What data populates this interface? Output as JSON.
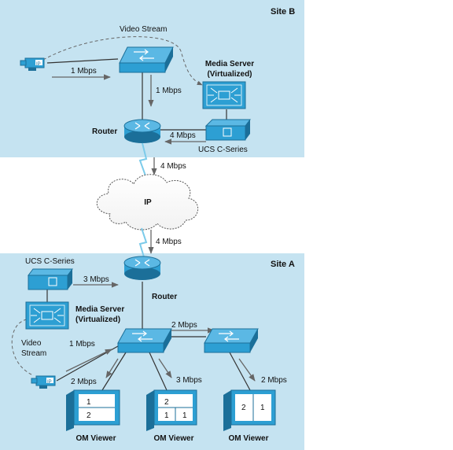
{
  "sites": {
    "site_b": "Site B",
    "site_a": "Site A"
  },
  "network": {
    "cloud_label": "IP"
  },
  "site_b": {
    "video_stream_label": "Video Stream",
    "camera_label": "IP",
    "camera_to_switch_rate": "1 Mbps",
    "switch_to_router_rate": "1 Mbps",
    "media_server_line1": "Media Server",
    "media_server_line2": "(Virtualized)",
    "router_label": "Router",
    "ucs_to_router_rate": "4 Mbps",
    "ucs_label": "UCS C-Series"
  },
  "wan": {
    "site_b_link_rate": "4 Mbps",
    "site_a_link_rate": "4 Mbps"
  },
  "site_a": {
    "ucs_label": "UCS C-Series",
    "ucs_to_router_rate": "3 Mbps",
    "router_label": "Router",
    "media_server_line1": "Media Server",
    "media_server_line2": "(Virtualized)",
    "video_stream_line1": "Video",
    "video_stream_line2": "Stream",
    "camera_label": "IP",
    "camera_to_switch_rate": "1 Mbps",
    "switch_to_switch_rate": "2 Mbps",
    "viewer1_rate": "2 Mbps",
    "viewer2_rate": "3 Mbps",
    "viewer3_rate": "2 Mbps",
    "viewers": [
      {
        "label": "OM Viewer",
        "panes": [
          "1",
          "2"
        ]
      },
      {
        "label": "OM Viewer",
        "panes": [
          "2",
          "1",
          "1"
        ]
      },
      {
        "label": "OM Viewer",
        "panes": [
          "2",
          "1"
        ]
      }
    ]
  },
  "colors": {
    "site_background": "#c5e3f1",
    "device_blue": "#2d9fd3",
    "device_dark": "#1b6f99",
    "link_line": "#333333",
    "flow_arrow": "#666666"
  }
}
